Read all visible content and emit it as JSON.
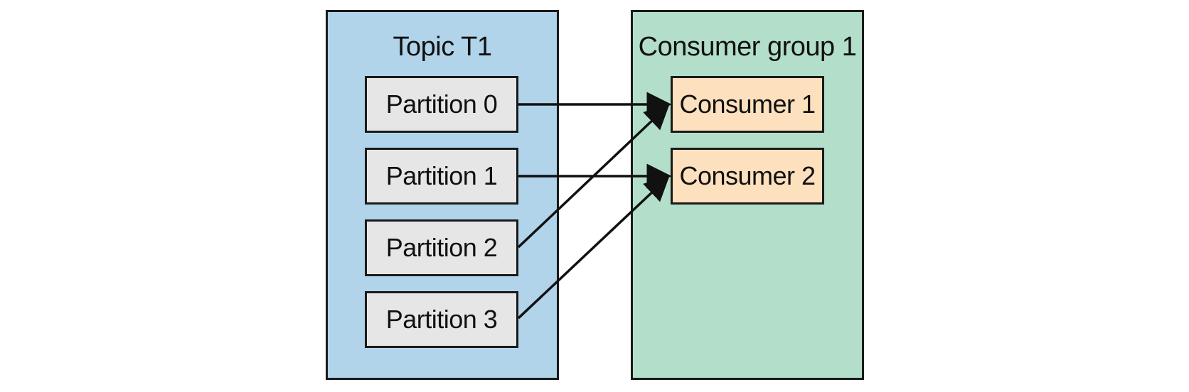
{
  "topic": {
    "title": "Topic T1",
    "color": "#b1d4ea",
    "partitions": [
      {
        "label": "Partition 0"
      },
      {
        "label": "Partition 1"
      },
      {
        "label": "Partition 2"
      },
      {
        "label": "Partition 3"
      }
    ]
  },
  "consumer_group": {
    "title": "Consumer group 1",
    "color": "#b3dfca",
    "consumers": [
      {
        "label": "Consumer 1",
        "color": "#fde0bd"
      },
      {
        "label": "Consumer 2",
        "color": "#fde0bd"
      }
    ]
  },
  "assignments": [
    {
      "from": "Partition 0",
      "to": "Consumer 1"
    },
    {
      "from": "Partition 1",
      "to": "Consumer 2"
    },
    {
      "from": "Partition 2",
      "to": "Consumer 1"
    },
    {
      "from": "Partition 3",
      "to": "Consumer 2"
    }
  ]
}
